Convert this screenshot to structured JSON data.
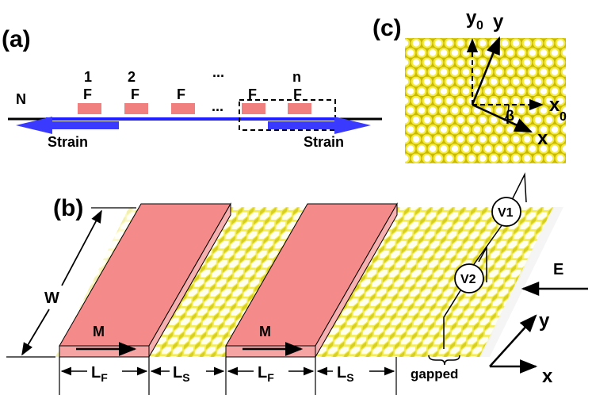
{
  "panel_a": {
    "label": "(a)",
    "left_lead": "N",
    "numbers": [
      "1",
      "2",
      "...",
      "n"
    ],
    "ferro_label": "F",
    "dots": "...",
    "strain_left": "Strain",
    "strain_right": "Strain",
    "colors": {
      "wire": "#000000",
      "channel": "#2020ff",
      "ferro": "#f08080",
      "arrow": "#3a3aff"
    }
  },
  "panel_b": {
    "label": "(b)",
    "width_label": "W",
    "magnet_label": "M",
    "lf_label": "L",
    "lf_sub": "F",
    "ls_label": "L",
    "ls_sub": "S",
    "gapped": "gapped",
    "volt1": "V1",
    "volt2": "V2",
    "field": "E",
    "axis_x": "x",
    "axis_y": "y",
    "colors": {
      "lattice": "#e8e030",
      "magnet_top": "#f48a8a",
      "magnet_front": "#f7b0b0"
    }
  },
  "panel_c": {
    "label": "(c)",
    "axis_y0": "y",
    "axis_y0_sub": "0",
    "axis_y": "y",
    "axis_x0": "x",
    "axis_x0_sub": "0",
    "axis_x": "x",
    "angle": "β",
    "colors": {
      "lattice": "#e8d820",
      "lattice_edge": "#b8a800"
    }
  }
}
